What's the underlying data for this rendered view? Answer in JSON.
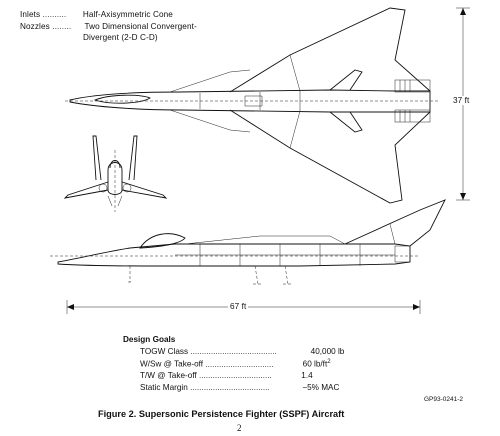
{
  "specs": [
    {
      "label": "Inlets",
      "value": "Half-Axisymmetric Cone"
    },
    {
      "label": "Nozzles",
      "value": "Two Dimensional Convergent-"
    },
    {
      "label": "",
      "value": "Divergent (2-D C-D)"
    }
  ],
  "dimensions": {
    "height": "37 ft",
    "length": "67 ft"
  },
  "design_goals": {
    "heading": "Design Goals",
    "items": [
      {
        "label": "TOGW Class",
        "value": "40,000 lb"
      },
      {
        "label": "W/Sw @ Take-off",
        "value": "60 lb/ft",
        "sup": "2"
      },
      {
        "label": "T/W @ Take-off",
        "value": "1.4"
      },
      {
        "label": "Static Margin",
        "value": "−5% MAC"
      }
    ]
  },
  "reference_code": "GP93-0241-2",
  "caption": "Figure 2.  Supersonic Persistence Fighter (SSPF) Aircraft",
  "page_number": "2"
}
